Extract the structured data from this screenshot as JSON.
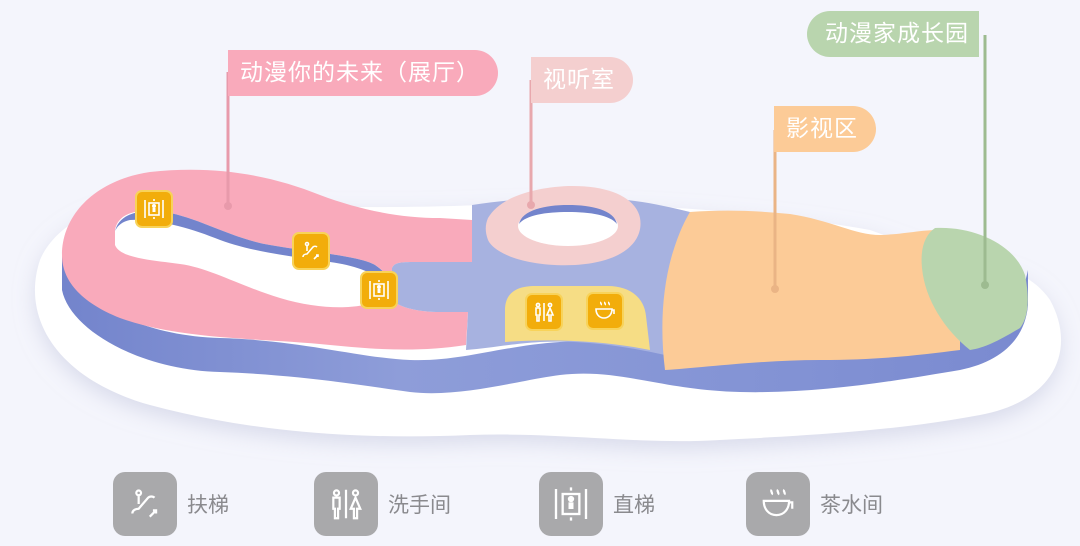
{
  "zones": [
    {
      "id": "exhibition",
      "label": "动漫你的未来（展厅）",
      "color": "#f9aabb"
    },
    {
      "id": "audio-visual-room",
      "label": "视听室",
      "color": "#f4cfcf"
    },
    {
      "id": "film-area",
      "label": "影视区",
      "color": "#fccb97"
    },
    {
      "id": "growth-park",
      "label": "动漫家成长园",
      "color": "#b9d5ae"
    }
  ],
  "colors": {
    "corridor": "#a7b2e0",
    "base_side": "#8393d3",
    "service_area": "#f6dd85",
    "facility_pin": "#f2ad0b",
    "legend_icon": "#a9a9ab",
    "background": "#f4f5fc"
  },
  "map_facilities": [
    {
      "type": "elevator",
      "icon": "elevator-icon"
    },
    {
      "type": "escalator",
      "icon": "escalator-icon"
    },
    {
      "type": "elevator",
      "icon": "elevator-icon"
    },
    {
      "type": "restroom",
      "icon": "restroom-icon"
    },
    {
      "type": "tea-room",
      "icon": "tea-cup-icon"
    }
  ],
  "legend": [
    {
      "icon": "escalator-icon",
      "label": "扶梯"
    },
    {
      "icon": "restroom-icon",
      "label": "洗手间"
    },
    {
      "icon": "elevator-icon",
      "label": "直梯"
    },
    {
      "icon": "tea-cup-icon",
      "label": "茶水间"
    }
  ]
}
